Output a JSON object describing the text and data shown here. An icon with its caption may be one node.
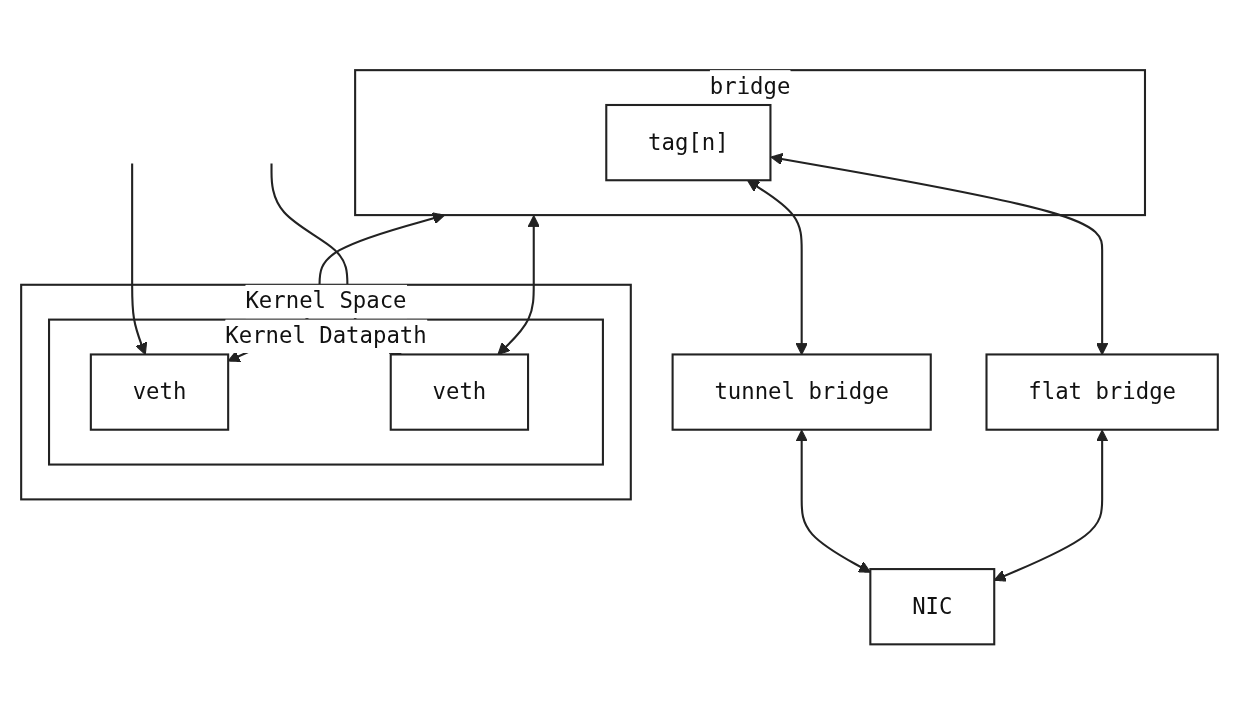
{
  "diagram": {
    "nodes": [
      {
        "text": [
          "bridge"
        ]
      },
      {
        "text": [
          "tag[n]"
        ],
        "in": 0
      },
      {
        "text": [
          "tunnel bridge"
        ]
      },
      {
        "text": [
          "flat bridge"
        ]
      },
      {
        "text": [
          "Kernel Space"
        ]
      },
      {
        "text": [
          "Kernel Datapath"
        ],
        "in": 4
      },
      {
        "text": [
          "veth"
        ],
        "in": 5
      },
      {
        "text": [
          "veth"
        ],
        "in": 5
      },
      {
        "text": [
          "NIC"
        ]
      }
    ],
    "edges": [
      {
        "from": 1,
        "to": 2,
        "arrow": "both"
      },
      {
        "from": 1,
        "to": 3,
        "arrow": "both"
      },
      {
        "from": 0,
        "to": 6,
        "arrow": "both"
      },
      {
        "from": null,
        "to": 6,
        "arrow": "to"
      },
      {
        "from": 0,
        "to": 7,
        "arrow": "both"
      },
      {
        "from": null,
        "to": 7,
        "arrow": "to"
      },
      {
        "from": 2,
        "to": 8,
        "arrow": "both"
      },
      {
        "from": 3,
        "to": 8,
        "arrow": "both"
      }
    ]
  }
}
